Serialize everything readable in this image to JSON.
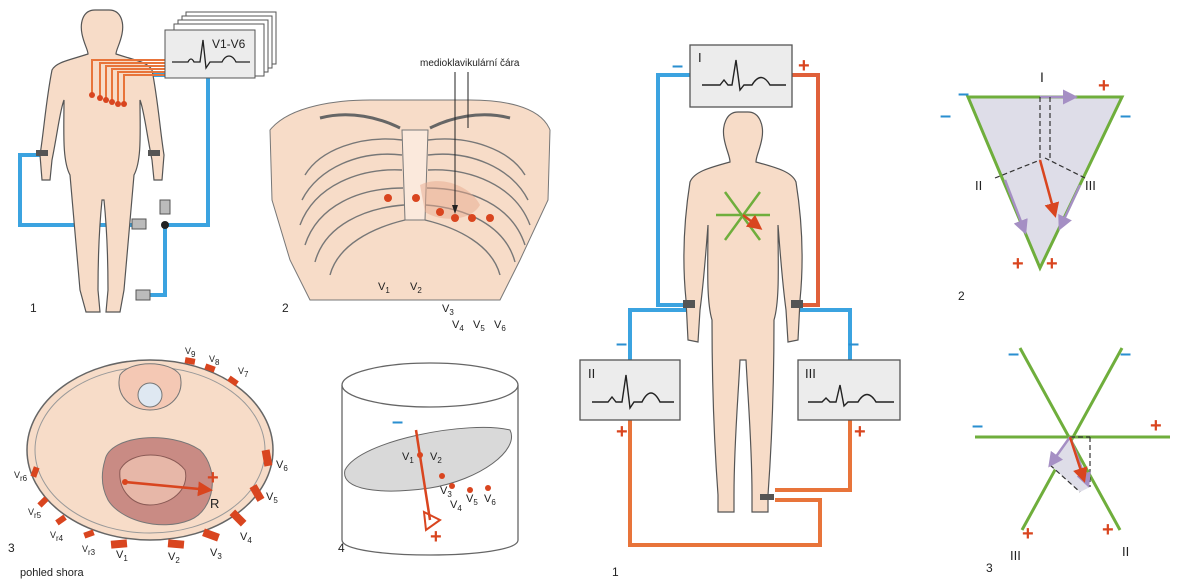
{
  "colors": {
    "skin": "#f7dcc8",
    "skin_stroke": "#555555",
    "blue_wire": "#3ba3e0",
    "red_wire": "#e0603a",
    "orange_wire": "#e8743a",
    "electrode": "#d9451f",
    "green_axis": "#6fae3c",
    "lilac": "#a58fc4",
    "monitor_bg": "#ececec",
    "heart": "#c98b84"
  },
  "left": {
    "fig1": {
      "number": "1",
      "monitor_label": "V1-V6"
    },
    "fig2": {
      "number": "2",
      "midclavicular_label": "medioklavikulární čára",
      "leads": [
        "V",
        "V",
        "V",
        "V",
        "V",
        "V"
      ],
      "lead_subs": [
        "1",
        "2",
        "3",
        "4",
        "5",
        "6"
      ]
    },
    "fig3": {
      "number": "3",
      "caption": "pohled shora",
      "r_label": "R",
      "plus": "+",
      "leads_right": [
        {
          "v": "V",
          "sub": "6"
        },
        {
          "v": "V",
          "sub": "5"
        },
        {
          "v": "V",
          "sub": "4"
        },
        {
          "v": "V",
          "sub": "3"
        },
        {
          "v": "V",
          "sub": "2"
        },
        {
          "v": "V",
          "sub": "1"
        }
      ],
      "leads_left": [
        {
          "v": "V",
          "sub": "r3"
        },
        {
          "v": "V",
          "sub": "r4"
        },
        {
          "v": "V",
          "sub": "r5"
        },
        {
          "v": "V",
          "sub": "r6"
        }
      ],
      "leads_top": [
        {
          "v": "V",
          "sub": "9"
        },
        {
          "v": "V",
          "sub": "8"
        },
        {
          "v": "V",
          "sub": "7"
        }
      ]
    },
    "fig4": {
      "number": "4",
      "minus": "–",
      "plus": "+",
      "leads": [
        {
          "v": "V",
          "sub": "1"
        },
        {
          "v": "V",
          "sub": "2"
        },
        {
          "v": "V",
          "sub": "3"
        },
        {
          "v": "V",
          "sub": "4"
        },
        {
          "v": "V",
          "sub": "5"
        },
        {
          "v": "V",
          "sub": "6"
        }
      ]
    }
  },
  "right": {
    "fig1": {
      "number": "1",
      "monitor_I": "I",
      "monitor_II": "II",
      "monitor_III": "III",
      "minus": "–",
      "plus": "+"
    },
    "fig2": {
      "number": "2",
      "label_I": "I",
      "label_II": "II",
      "label_III": "III",
      "minus": "–",
      "plus": "+"
    },
    "fig3": {
      "number": "3",
      "label_II": "II",
      "label_III": "III",
      "minus": "–",
      "plus": "+"
    }
  }
}
